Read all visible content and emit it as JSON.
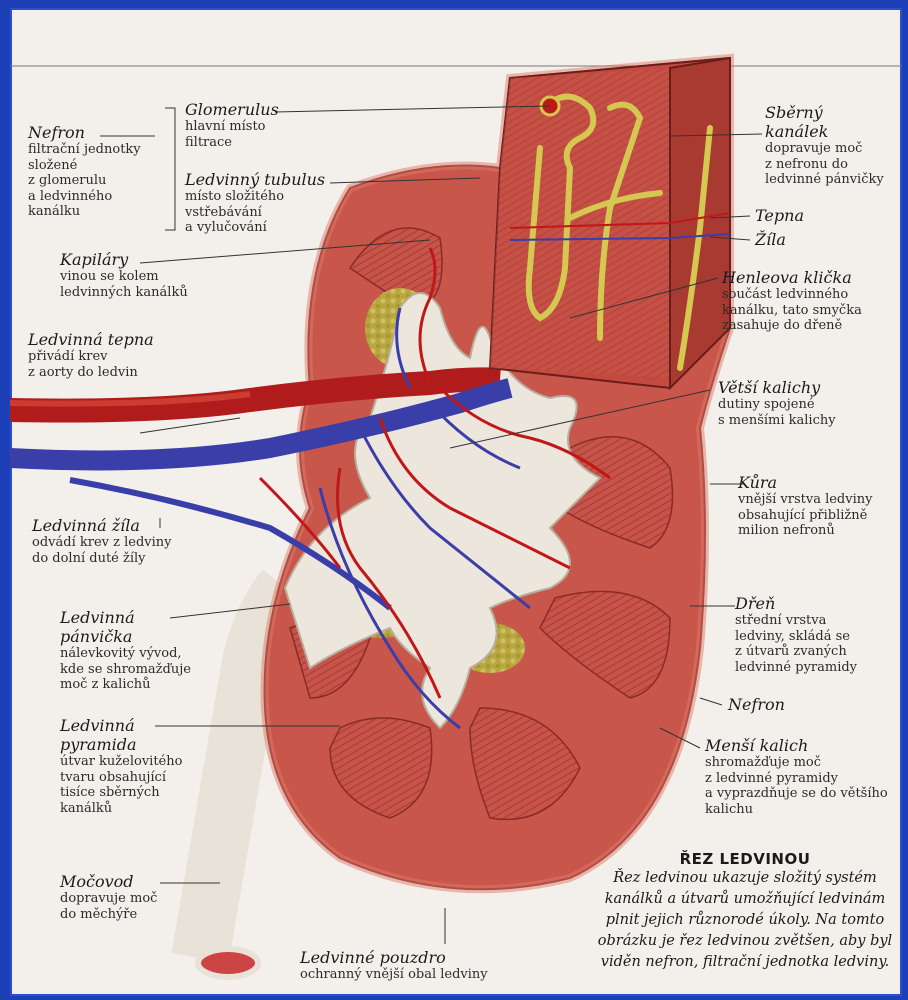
{
  "labels": {
    "nefron": {
      "title": "Nefron",
      "desc": "filtrační jednotky\nsložené\nz glomerulu\na ledvinného\nkanálku"
    },
    "glomerulus": {
      "title": "Glomerulus",
      "desc": "hlavní místo\nfiltrace"
    },
    "tubulus": {
      "title": "Ledvinný tubulus",
      "desc": "místo složitého\nvstřebávání\na vylučování"
    },
    "kapilary": {
      "title": "Kapiláry",
      "desc": "vinou se kolem\nledvinných kanálků"
    },
    "tepna_l": {
      "title": "Ledvinná tepna",
      "desc": "přivádí krev\nz aorty do ledvin"
    },
    "zila_l": {
      "title": "Ledvinná žíla",
      "desc": "odvádí krev z ledviny\ndo dolní duté žíly"
    },
    "panvicka": {
      "title": "Ledvinná\npánvička",
      "desc": "nálevkovitý vývod,\nkde se shromažďuje\nmoč z kalichů"
    },
    "pyramida": {
      "title": "Ledvinná\npyramida",
      "desc": "útvar kuželovitého\ntvaru obsahující\ntisíce sběrných\nkanálků"
    },
    "mocovod": {
      "title": "Močovod",
      "desc": "dopravuje moč\ndo měchýře"
    },
    "pouzdro": {
      "title": "Ledvinné pouzdro",
      "desc": "ochranný vnější obal ledviny"
    },
    "sberny": {
      "title": "Sběrný\nkanálek",
      "desc": "dopravuje moč\nz nefronu do\nledvinné pánvičky"
    },
    "tepna": {
      "title": "Tepna"
    },
    "zila": {
      "title": "Žíla"
    },
    "henle": {
      "title": "Henleova klička",
      "desc": "součást ledvinného\nkanálku, tato smyčka\nzasahuje do dřeně"
    },
    "vetsi": {
      "title": "Větší kalichy",
      "desc": "dutiny spojené\ns menšími kalichy"
    },
    "kura": {
      "title": "Kůra",
      "desc": "vnější vrstva ledviny\nobsahující přibližně\nmilion nefronů"
    },
    "dren": {
      "title": "Dřeň",
      "desc": "střední vrstva\nledviny, skládá se\nz útvarů zvaných\nledvinné pyramidy"
    },
    "nefron2": {
      "title": "Nefron"
    },
    "mensi": {
      "title": "Menší kalich",
      "desc": "shromažďuje moč\nz ledvinné pyramidy\na vyprazdňuje se do většího\nkalichu"
    }
  },
  "caption": {
    "heading": "ŘEZ LEDVINOU",
    "body": "Řez ledvinou ukazuje složitý systém kanálků a útvarů umožňující ledvinám plnit jejich různorodé úkoly. Na tomto obrázku je řez ledvinou zvětšen, aby byl viděn nefron, filtrační jednotka ledviny."
  },
  "colors": {
    "frame": "#1d3fb8",
    "background": "#f3f0eb",
    "cortex": "#c8564a",
    "artery": "#c01818",
    "vein": "#3a3ea8",
    "pelvis": "#ece6dc",
    "fat": "#b8a640",
    "nephron": "#d4c850"
  }
}
